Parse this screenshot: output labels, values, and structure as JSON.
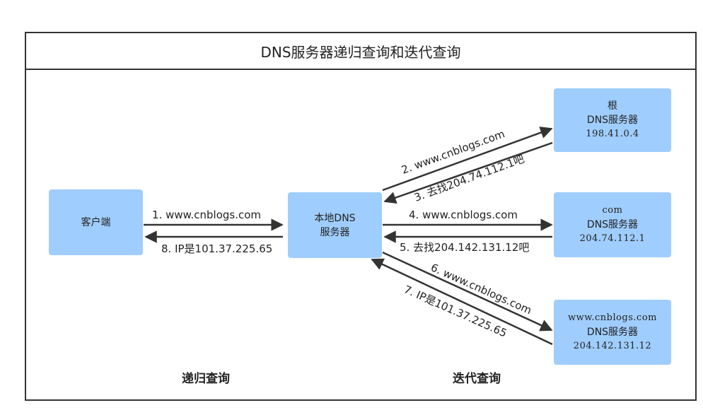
{
  "title": "DNS服务器递归查询和迭代查询",
  "nodes": {
    "client": {
      "label": "客户端"
    },
    "local_dns": {
      "line1": "本地DNS",
      "line2": "服务器"
    },
    "root_dns": {
      "line1": "根",
      "line2": "DNS服务器",
      "line3": "198.41.0.4"
    },
    "com_dns": {
      "line1": "com",
      "line2": "DNS服务器",
      "line3": "204.74.112.1"
    },
    "cnblogs_dns": {
      "line1": "www.cnblogs.com",
      "line2": "DNS服务器",
      "line3": "204.142.131.12"
    }
  },
  "edges": {
    "e1": "1. www.cnblogs.com",
    "e8": "8. IP是101.37.225.65",
    "e2": "2. www.cnblogs.com",
    "e3": "3. 去找204.74.112.1吧",
    "e4": "4. www.cnblogs.com",
    "e5": "5. 去找204.142.131.12吧",
    "e6": "6. www.cnblogs.com",
    "e7": "7. IP是101.37.225.65"
  },
  "sections": {
    "recursive": "递归查询",
    "iterative": "迭代查询"
  },
  "colors": {
    "node_fill": "#9fcdfd",
    "line": "#333333"
  }
}
